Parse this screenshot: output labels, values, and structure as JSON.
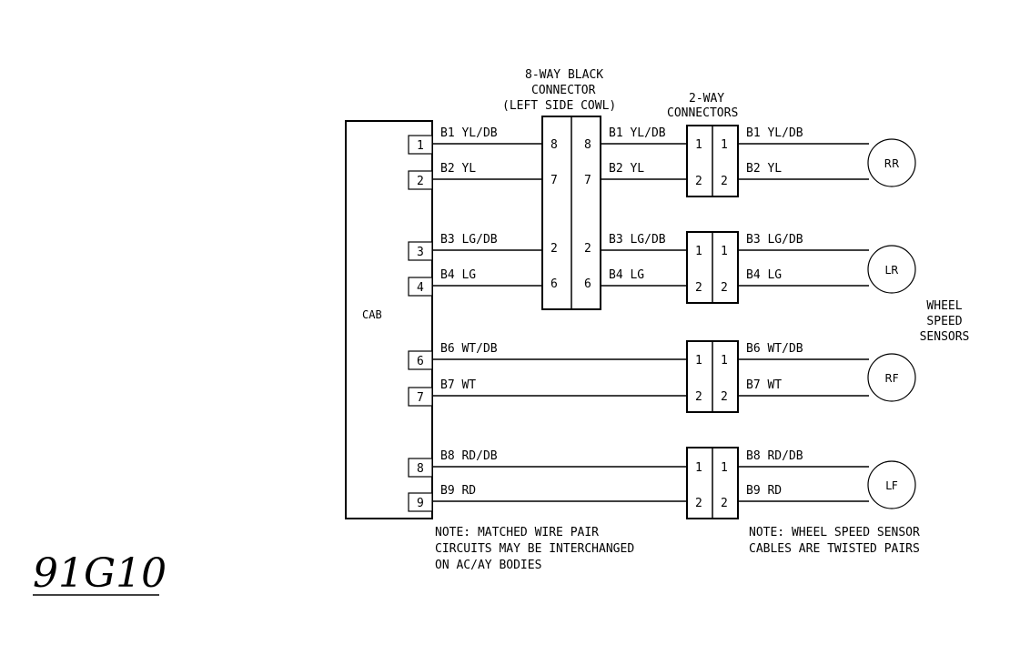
{
  "figure_id": "91G10",
  "cab": {
    "label": "CAB",
    "pins": [
      "1",
      "2",
      "3",
      "4",
      "6",
      "7",
      "8",
      "9"
    ]
  },
  "connector_8way": {
    "title_lines": [
      "8-WAY BLACK",
      "CONNECTOR",
      "(LEFT SIDE COWL)"
    ],
    "left_pins": [
      "8",
      "7",
      "2",
      "6"
    ],
    "right_pins": [
      "8",
      "7",
      "2",
      "6"
    ]
  },
  "connectors_2way": {
    "title_lines": [
      "2-WAY",
      "CONNECTORS"
    ],
    "pins": [
      "1",
      "2"
    ]
  },
  "wires": {
    "w1": "B1 YL/DB",
    "w2": "B2 YL",
    "w3": "B3 LG/DB",
    "w4": "B4 LG",
    "w6": "B6 WT/DB",
    "w7": "B7 WT",
    "w8": "B8 RD/DB",
    "w9": "B9 RD"
  },
  "sensors": {
    "title_lines": [
      "WHEEL",
      "SPEED",
      "SENSORS"
    ],
    "rr": "RR",
    "lr": "LR",
    "rf": "RF",
    "lf": "LF"
  },
  "notes": {
    "left": [
      "NOTE: MATCHED WIRE PAIR",
      "CIRCUITS MAY BE INTERCHANGED",
      "ON AC/AY BODIES"
    ],
    "right": [
      "NOTE: WHEEL SPEED SENSOR",
      "CABLES ARE TWISTED PAIRS"
    ]
  }
}
